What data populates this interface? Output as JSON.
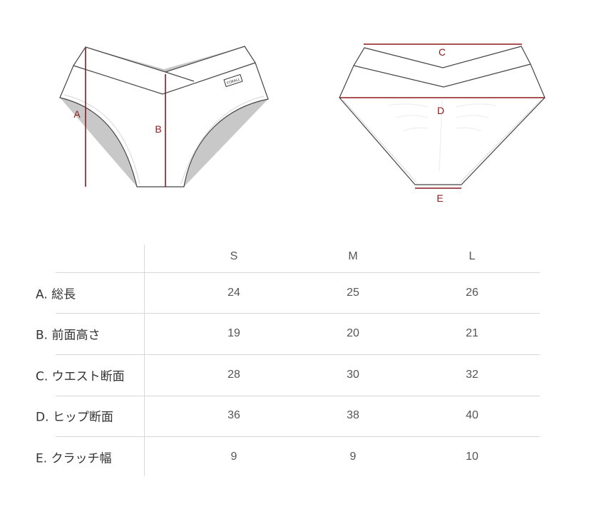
{
  "diagram": {
    "front_labels": [
      "A",
      "B"
    ],
    "back_labels": [
      "C",
      "D",
      "E"
    ],
    "brand_tag": "FORALL",
    "measure_color": "#8b1a1a"
  },
  "table": {
    "columns": [
      "S",
      "M",
      "L"
    ],
    "rows": [
      {
        "label": "A. 総長",
        "values": [
          "24",
          "25",
          "26"
        ]
      },
      {
        "label": "B. 前面高さ",
        "values": [
          "19",
          "20",
          "21"
        ]
      },
      {
        "label": "C. ウエスト断面",
        "values": [
          "28",
          "30",
          "32"
        ]
      },
      {
        "label": "D. ヒップ断面",
        "values": [
          "36",
          "38",
          "40"
        ]
      },
      {
        "label": "E. クラッチ幅",
        "values": [
          "9",
          "9",
          "10"
        ]
      }
    ]
  }
}
